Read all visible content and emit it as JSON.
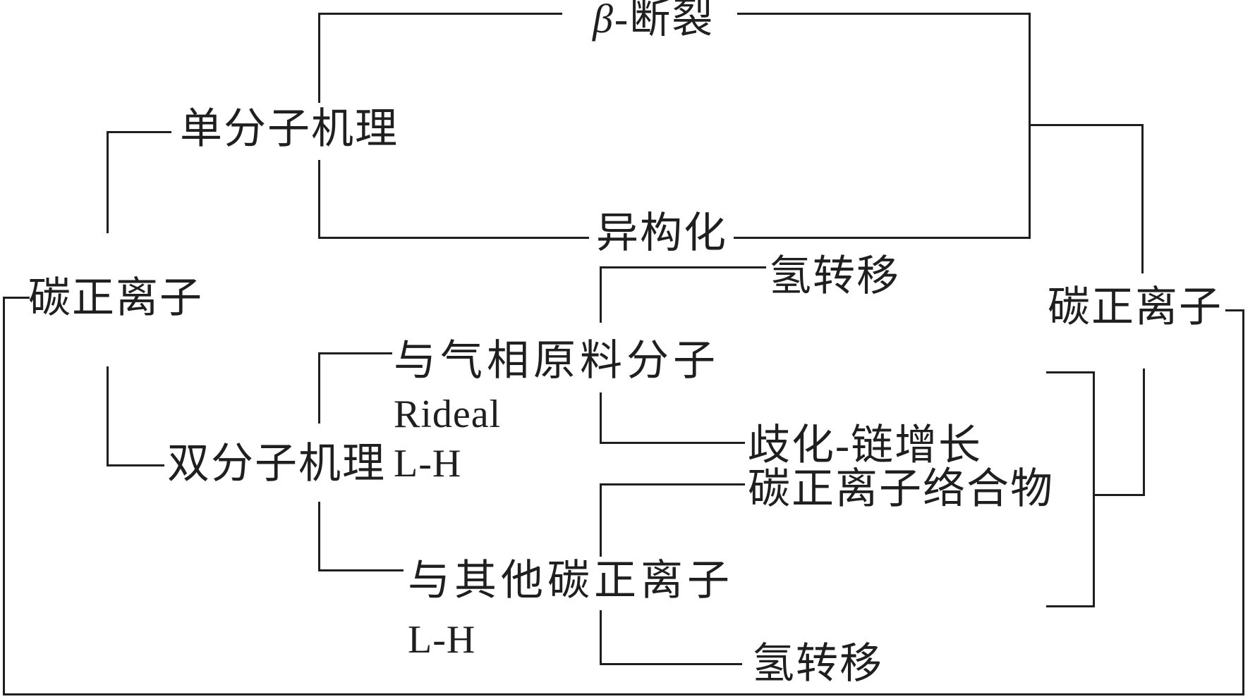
{
  "diagram": {
    "background": "#ffffff",
    "line_color": "#1f1f1f",
    "text_color": "#1f1f1f",
    "labels": {
      "carbenium_left": "碳正离子",
      "unimolecular": "单分子机理",
      "beta_scission": "β-断裂",
      "isomerization": "异构化",
      "hydrogen_transfer_upper": "氢转移",
      "bimolecular": "双分子机理",
      "with_gas_phase_feed": "与气相原料分子",
      "rideal": "Rideal",
      "l_h_upper": "L-H",
      "disproportionation_chain_growth": "歧化-链增长",
      "carbenium_complex": "碳正离子络合物",
      "with_other_carbenium": "与其他碳正离子",
      "l_h_lower": "L-H",
      "hydrogen_transfer_lower": "氢转移",
      "carbenium_right": "碳正离子"
    }
  }
}
